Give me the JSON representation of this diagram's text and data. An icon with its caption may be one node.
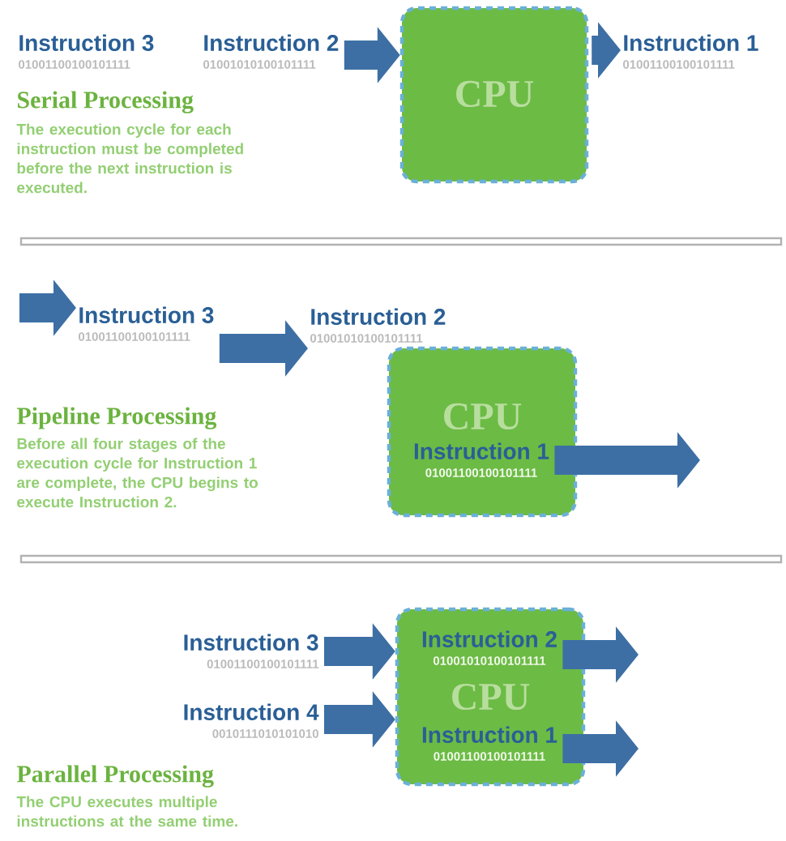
{
  "diagram": {
    "nodes": [
      {
        "text": [
          "Instruction 3",
          "01001100100101111"
        ]
      },
      {
        "text": [
          "Instruction 2",
          "01001010100101111"
        ]
      },
      {
        "text": [
          "CPU"
        ]
      },
      {
        "text": [
          "Instruction 1",
          "01001100100101111"
        ]
      },
      {
        "text": [
          "Instruction 3",
          "01001100100101111"
        ]
      },
      {
        "text": [
          "Instruction 2",
          "01001010100101111"
        ]
      },
      {
        "text": [
          "CPU"
        ]
      },
      {
        "text": [
          "Instruction 1",
          "01001100100101111"
        ],
        "in": 6
      },
      {
        "text": [
          "Instruction 3",
          "01001100100101111"
        ]
      },
      {
        "text": [
          "Instruction 4",
          "0010111010101010"
        ]
      },
      {
        "text": [
          "CPU"
        ]
      },
      {
        "text": [
          "Instruction 2",
          "01001010100101111"
        ],
        "in": 10
      },
      {
        "text": [
          "Instruction 1",
          "01001100100101111"
        ],
        "in": 10
      }
    ],
    "edges": [
      {
        "from": 1,
        "to": 2,
        "arrow": "to"
      },
      {
        "from": 2,
        "to": 3,
        "arrow": "to"
      },
      {
        "from": null,
        "to": 4,
        "arrow": "to"
      },
      {
        "from": 4,
        "to": 5,
        "arrow": "to"
      },
      {
        "from": 7,
        "to": null,
        "arrow": "to"
      },
      {
        "from": 8,
        "to": 10,
        "arrow": "to"
      },
      {
        "from": 9,
        "to": 10,
        "arrow": "to"
      },
      {
        "from": 11,
        "to": null,
        "arrow": "to"
      },
      {
        "from": 12,
        "to": null,
        "arrow": "to"
      }
    ],
    "labels": [
      "Serial Processing",
      "The execution cycle for each instruction must be completed before the next instruction is executed.",
      "Pipeline Processing",
      "Before all four stages of the execution cycle for Instruction 1 are complete, the CPU begins to execute Instruction 2.",
      "Parallel Processing",
      "The CPU executes multiple instructions at the same time."
    ]
  }
}
